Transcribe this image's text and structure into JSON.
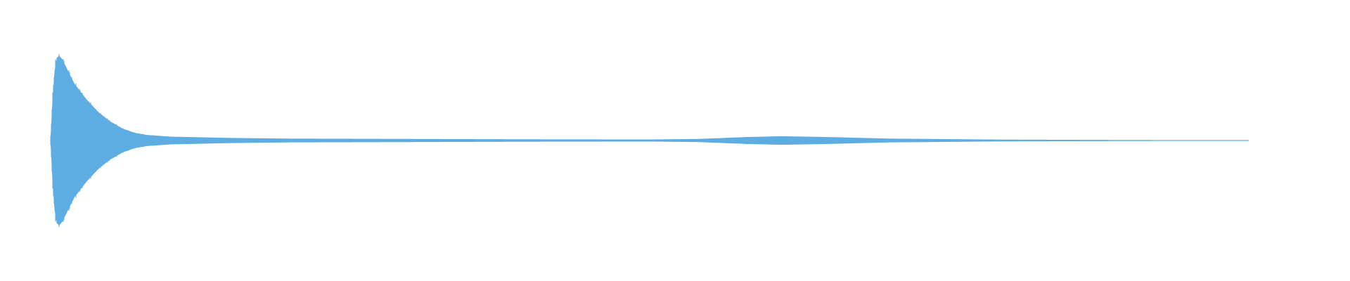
{
  "waveform": {
    "color": "#5dade2",
    "background": "#ffffff",
    "envelope": [
      {
        "t": 0.0,
        "a": 0.05
      },
      {
        "t": 0.002,
        "a": 0.6
      },
      {
        "t": 0.004,
        "a": 0.92
      },
      {
        "t": 0.007,
        "a": 1.0
      },
      {
        "t": 0.01,
        "a": 0.94
      },
      {
        "t": 0.015,
        "a": 0.8
      },
      {
        "t": 0.02,
        "a": 0.66
      },
      {
        "t": 0.03,
        "a": 0.48
      },
      {
        "t": 0.04,
        "a": 0.33
      },
      {
        "t": 0.05,
        "a": 0.22
      },
      {
        "t": 0.06,
        "a": 0.14
      },
      {
        "t": 0.07,
        "a": 0.09
      },
      {
        "t": 0.08,
        "a": 0.065
      },
      {
        "t": 0.1,
        "a": 0.045
      },
      {
        "t": 0.15,
        "a": 0.03
      },
      {
        "t": 0.2,
        "a": 0.022
      },
      {
        "t": 0.3,
        "a": 0.018
      },
      {
        "t": 0.4,
        "a": 0.014
      },
      {
        "t": 0.5,
        "a": 0.012
      },
      {
        "t": 0.54,
        "a": 0.018
      },
      {
        "t": 0.58,
        "a": 0.04
      },
      {
        "t": 0.61,
        "a": 0.05
      },
      {
        "t": 0.65,
        "a": 0.04
      },
      {
        "t": 0.7,
        "a": 0.022
      },
      {
        "t": 0.8,
        "a": 0.01
      },
      {
        "t": 0.9,
        "a": 0.006
      },
      {
        "t": 1.0,
        "a": 0.004
      }
    ]
  }
}
